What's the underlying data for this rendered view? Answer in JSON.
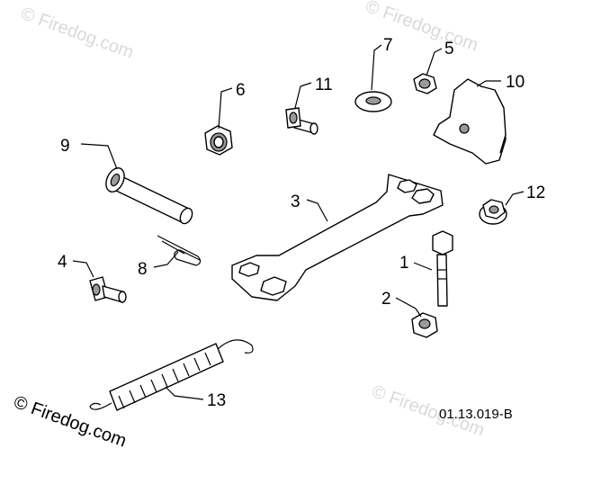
{
  "diagram": {
    "document_id": "01.13.019-B",
    "watermark_text": "Firedog.com",
    "watermark_symbol": "©",
    "callouts": [
      {
        "id": "1",
        "label": "1"
      },
      {
        "id": "2",
        "label": "2"
      },
      {
        "id": "3",
        "label": "3"
      },
      {
        "id": "4",
        "label": "4"
      },
      {
        "id": "5",
        "label": "5"
      },
      {
        "id": "6",
        "label": "6"
      },
      {
        "id": "7",
        "label": "7"
      },
      {
        "id": "8",
        "label": "8"
      },
      {
        "id": "9",
        "label": "9"
      },
      {
        "id": "10",
        "label": "10"
      },
      {
        "id": "11",
        "label": "11"
      },
      {
        "id": "12",
        "label": "12"
      },
      {
        "id": "13",
        "label": "13"
      }
    ],
    "colors": {
      "line": "#000000",
      "background": "#ffffff",
      "watermark": "#d9d9d9"
    }
  }
}
